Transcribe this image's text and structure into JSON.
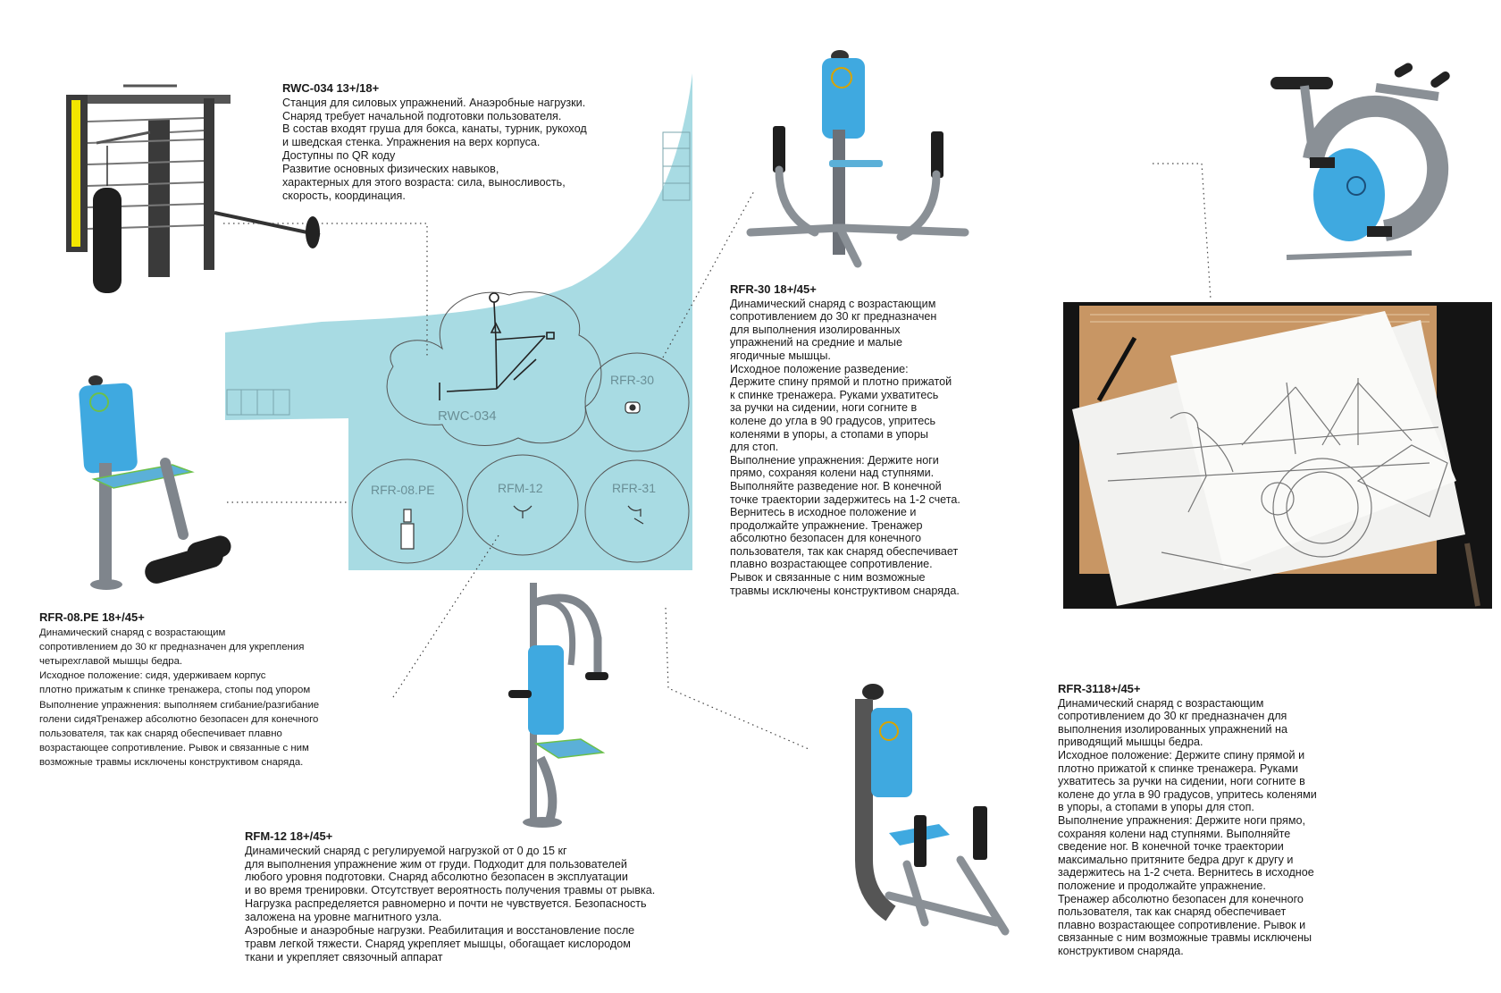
{
  "colors": {
    "plan_fill": "#a8dbe3",
    "accent_blue": "#3fa9e0",
    "frame_gray": "#7f858c",
    "dark": "#2b2b2b",
    "yellow": "#f2e600",
    "green_trim": "#6cc04a"
  },
  "plan": {
    "labels": {
      "rwc034": "RWC-034",
      "rfr30": "RFR-30",
      "rfr08": "RFR-08.PE",
      "rfm12": "RFM-12",
      "rfr31": "RFR-31"
    }
  },
  "products": {
    "rwc034": {
      "title": "RWC-034 13+/18+",
      "body": "Станция для силовых упражнений. Анаэробные нагрузки.\nСнаряд требует начальной подготовки пользователя.\nВ состав входят груша для бокса, канаты, турник, рукоход\nи шведская стенка. Упражнения на верх корпуса.\nДоступны по QR коду\nРазвитие основных физических навыков,\nхарактерных для этого возраста: сила, выносливость,\nскорость, координация."
    },
    "rfr30": {
      "title": "RFR-30 18+/45+",
      "body": "Динамический снаряд с возрастающим\nсопротивлением до 30 кг предназначен\nдля выполнения изолированных\nупражнений на средние и малые\nягодичные мышцы.\nИсходное положение разведение:\nДержите спину прямой и плотно прижатой\nк спинке тренажера. Руками ухватитесь\nза ручки на сидении, ноги согните в\nколене до угла в 90 градусов, упритесь\nколенями в упоры, а стопами в упоры\nдля стоп.\nВыполнение упражнения: Держите ноги\nпрямо, сохраняя колени над ступнями.\nВыполняйте разведение ног. В конечной\nточке траектории задержитесь на 1-2 счета.\nВернитесь в исходное положение и\nпродолжайте упражнение. Тренажер\nабсолютно безопасен для конечного\nпользователя, так как снаряд обеспечивает\nплавно возрастающее сопротивление.\nРывок и связанные с ним возможные\nтравмы исключены конструктивом снаряда."
    },
    "rfr08": {
      "title": "RFR-08.PE 18+/45+",
      "body": "Динамический снаряд с возрастающим\nсопротивлением до 30 кг предназначен для укрепления\nчетырехглавой мышцы бедра.\nИсходное положение: сидя, удерживаем корпус\nплотно прижатым к спинке тренажера, стопы под упором\nВыполнение упражнения: выполняем сгибание/разгибание\nголени сидяТренажер абсолютно безопасен для конечного\nпользователя, так как снаряд обеспечивает плавно\nвозрастающее сопротивление. Рывок и связанные с ним\nвозможные травмы исключены конструктивом снаряда."
    },
    "rfm12": {
      "title": "RFM-12 18+/45+",
      "body": "Динамический снаряд с регулируемой нагрузкой от 0 до 15 кг\nдля выполнения упражнение жим от груди. Подходит для пользователей\nлюбого уровня подготовки. Снаряд абсолютно безопасен в эксплуатации\nи во время тренировки. Отсутствует вероятность получения травмы от рывка.\nНагрузка распределяется равномерно и почти не чувствуется. Безопасность\nзаложена на уровне магнитного узла.\nАэробные и анаэробные нагрузки.  Реабилитация и восстановление после\nтравм легкой тяжести. Снаряд укрепляет мышцы, обогащает кислородом\nткани и укрепляет связочный аппарат"
    },
    "rfr31": {
      "title": "RFR-3118+/45+",
      "body": "Динамический снаряд с возрастающим\nсопротивлением до 30 кг предназначен для\nвыполнения изолированных упражнений на\nприводящий мышцы бедра.\nИсходное положение: Держите спину прямой и\nплотно прижатой к спинке тренажера. Руками\nухватитесь за ручки на сидении, ноги согните в\nколене до угла в 90 градусов, упритесь коленями\nв упоры, а стопами в упоры для стоп.\nВыполнение упражнения: Держите ноги прямо,\nсохраняя колени над ступнями. Выполняйте\nсведение ног. В конечной точке траектории\nмаксимально притяните бедра друг к другу и\nзадержитесь на 1-2 счета. Вернитесь в исходное\nположение и продолжайте упражнение.\nТренажер абсолютно безопасен для конечного\nпользователя, так как снаряд обеспечивает\nплавно возрастающее сопротивление. Рывок и\nсвязанные с ним возможные травмы исключены\nконструктивом снаряда."
    }
  }
}
